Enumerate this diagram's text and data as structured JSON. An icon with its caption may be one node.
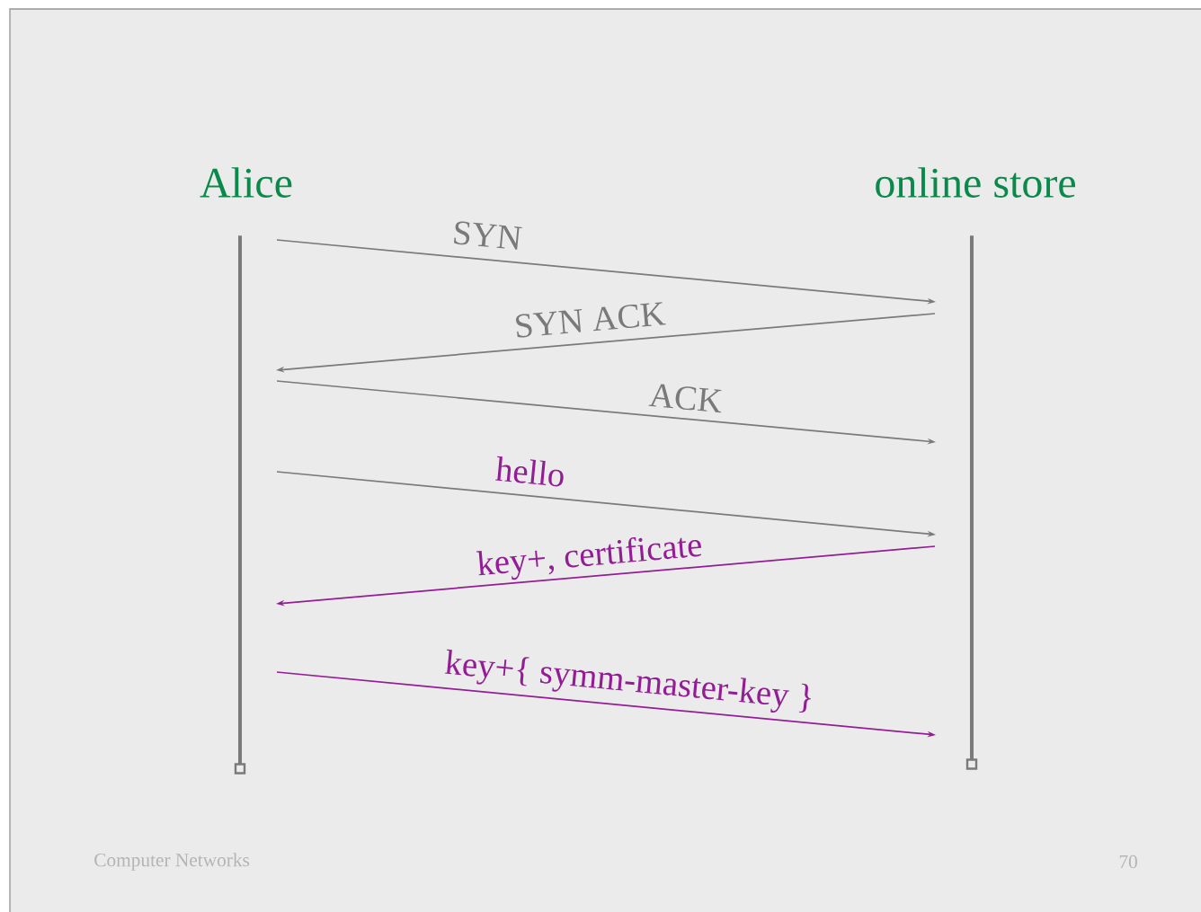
{
  "diagram": {
    "nodes": [
      {
        "text": [
          "Alice"
        ]
      },
      {
        "text": [
          "online store"
        ]
      },
      {
        "text": [],
        "shape": "bar"
      },
      {
        "text": [],
        "shape": "bar"
      }
    ],
    "edges": [
      {
        "from": 2,
        "to": 3,
        "arrow": "to",
        "label": "SYN"
      },
      {
        "from": 3,
        "to": 2,
        "arrow": "to",
        "label": "SYN ACK"
      },
      {
        "from": 2,
        "to": 3,
        "arrow": "to",
        "label": "ACK"
      },
      {
        "from": 2,
        "to": 3,
        "arrow": "to",
        "label": "hello"
      },
      {
        "from": 3,
        "to": 2,
        "arrow": "to",
        "label": "key+, certificate",
        "color": "#931d94"
      },
      {
        "from": 2,
        "to": 3,
        "arrow": "to",
        "label": "key+{ symm-master-key }",
        "color": "#931d94"
      }
    ],
    "labels": [
      "Computer Networks",
      "70"
    ]
  }
}
